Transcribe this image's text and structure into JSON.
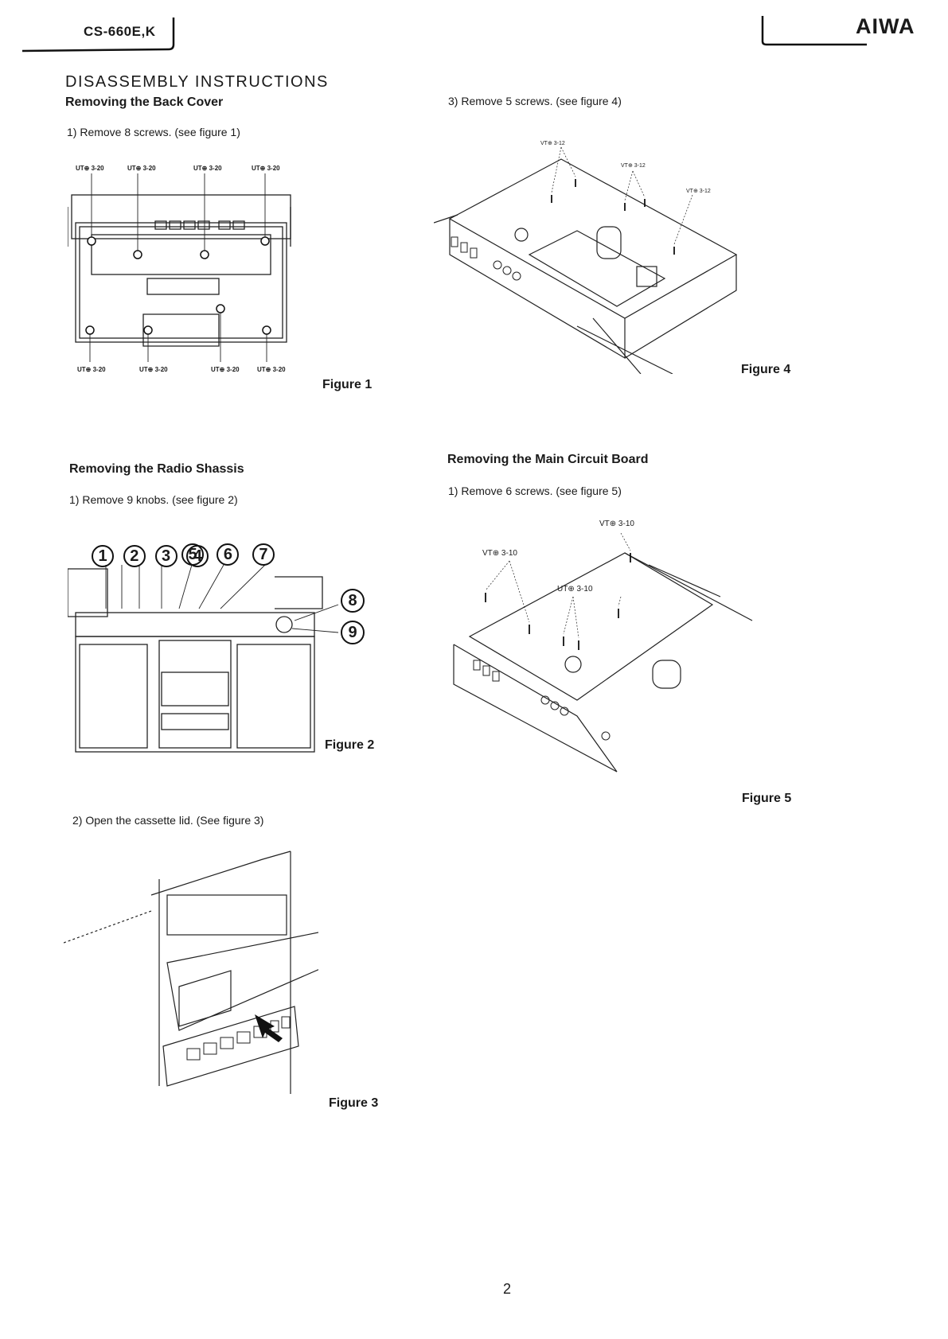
{
  "header": {
    "model": "CS-660E,K",
    "brand": "AIWA"
  },
  "title": "DISASSEMBLY INSTRUCTIONS",
  "sections": {
    "back_cover": {
      "heading": "Removing the Back Cover",
      "step1": "1) Remove 8 screws. (see figure 1)",
      "fig_caption": "Figure 1",
      "screw_labels_top": [
        "UT⊕ 3-20",
        "UT⊕ 3-20",
        "UT⊕ 3-20",
        "UT⊕ 3-20"
      ],
      "screw_labels_bottom": [
        "UT⊕ 3-20",
        "UT⊕ 3-20",
        "UT⊕ 3-20",
        "UT⊕ 3-20"
      ]
    },
    "radio_chassis": {
      "heading": "Removing the Radio Shassis",
      "step1": "1) Remove 9 knobs. (see figure 2)",
      "fig2_caption": "Figure 2",
      "knob_numbers": [
        "1",
        "2",
        "3",
        "4",
        "5",
        "6",
        "7",
        "8",
        "9"
      ],
      "step2": "2) Open the cassette lid. (See figure 3)",
      "fig3_caption": "Figure 3"
    },
    "step3": {
      "text": "3) Remove 5 screws. (see figure 4)",
      "fig_caption": "Figure 4",
      "screw_labels": [
        "VT⊕ 3-12",
        "VT⊕ 3-12",
        "VT⊕ 3-12"
      ]
    },
    "main_board": {
      "heading": "Removing the Main Circuit Board",
      "step1": "1) Remove 6 screws. (see figure 5)",
      "fig_caption": "Figure 5",
      "screw_labels": [
        "VT⊕ 3-10",
        "VT⊕ 3-10",
        "UT⊕ 3-10"
      ]
    }
  },
  "page_number": "2"
}
